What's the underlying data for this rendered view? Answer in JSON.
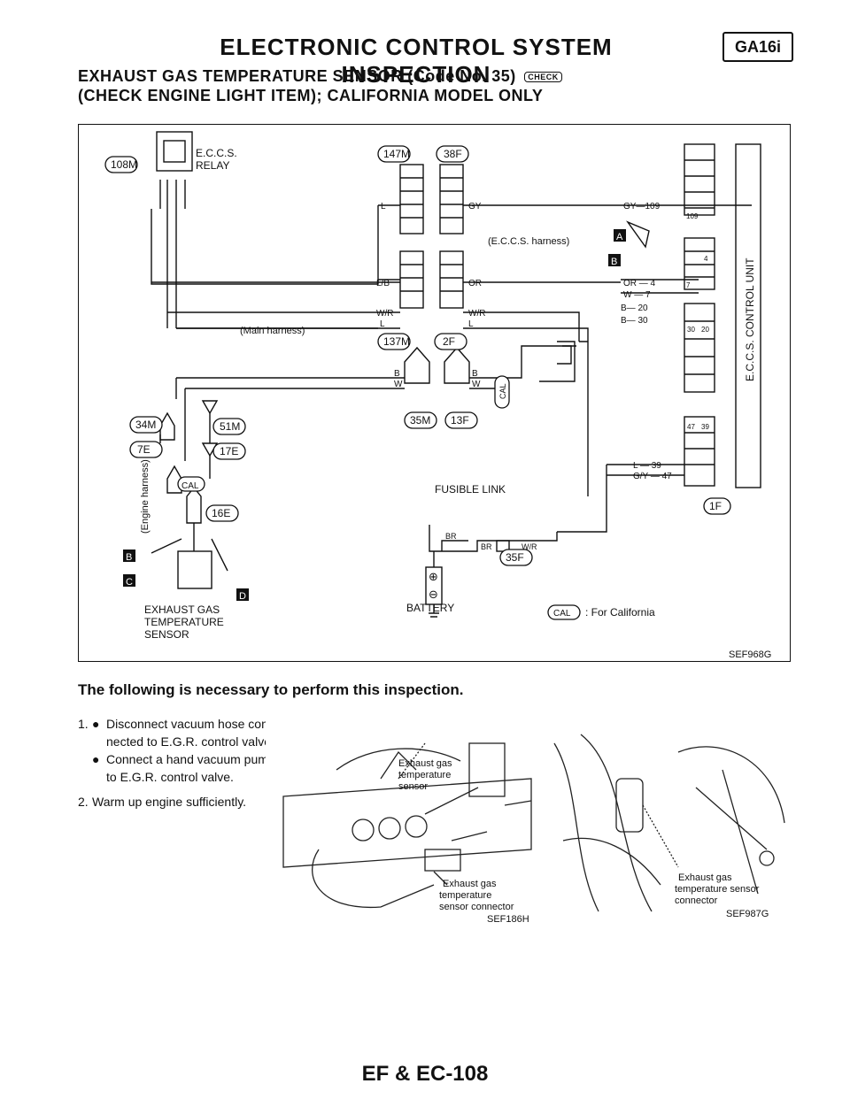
{
  "header": {
    "title": "ELECTRONIC CONTROL SYSTEM INSPECTION",
    "badge": "GA16i"
  },
  "subtitle": {
    "line1": "EXHAUST GAS TEMPERATURE SENSOR (Code No. 35)",
    "check_icon_text": "CHECK",
    "line2": "(CHECK ENGINE LIGHT ITEM); CALIFORNIA MODEL ONLY"
  },
  "diagram": {
    "relay_label_1": "E.C.C.S.",
    "relay_label_2": "RELAY",
    "connectors": {
      "c108m": "108M",
      "c147m": "147M",
      "c38f": "38F",
      "c137m": "137M",
      "c2f": "2F",
      "c34m": "34M",
      "c51m": "51M",
      "c7e": "7E",
      "c17e": "17E",
      "c16e": "16E",
      "c35m": "35M",
      "c13f": "13F",
      "c35f": "35F",
      "c1f": "1F"
    },
    "wire_labels": {
      "wr": "W/R",
      "lb": "L/B",
      "l": "L",
      "gy": "GY",
      "gy109": "GY—109",
      "or": "OR",
      "or4": "OR — 4",
      "w7": "W — 7",
      "b20": "B— 20",
      "b30": "B— 30",
      "b": "B",
      "w": "W",
      "l39": "L — 39",
      "gy47": "G/Y — 47",
      "br": "BR"
    },
    "ecc_harness": "(E.C.C.S. harness)",
    "main_harness": "(Main harness)",
    "engine_harness": "(Engine harness)",
    "fusible_link": "FUSIBLE LINK",
    "battery": "BATTERY",
    "battery_plus": "⊕",
    "battery_minus": "⊖",
    "sensor_label": [
      "EXHAUST GAS",
      "TEMPERATURE",
      "SENSOR"
    ],
    "cal": "CAL",
    "cal_note": ": For California",
    "ecu_label": "E.C.C.S. CONTROL UNIT",
    "markers": {
      "a": "A",
      "b": "B",
      "c": "C",
      "d": "D"
    },
    "pin_numbers": {
      "p109": "109",
      "p4": "4",
      "p7": "7",
      "p30": "30",
      "p20": "20",
      "p47": "47",
      "p39": "39"
    },
    "figure_code": "SEF968G"
  },
  "instructions": {
    "heading": "The following is necessary to perform this inspection.",
    "step1_num": "1.",
    "step1_a": "Disconnect vacuum hose con-",
    "step1_a2": "nected to E.G.R. control valve.",
    "step1_b": "Connect a hand vacuum pump",
    "step1_b2": "to E.G.R. control valve.",
    "step2_num": "2.",
    "step2": "Warm up engine sufficiently."
  },
  "photo1": {
    "label_sensor": [
      "Exhaust gas",
      "temperature",
      "sensor"
    ],
    "label_connector": [
      "Exhaust gas",
      "temperature",
      "sensor connector"
    ],
    "code": "SEF186H"
  },
  "photo2": {
    "label": [
      "Exhaust gas",
      "temperature sensor",
      "connector"
    ],
    "code": "SEF987G"
  },
  "footer": {
    "page": "EF & EC-108"
  }
}
